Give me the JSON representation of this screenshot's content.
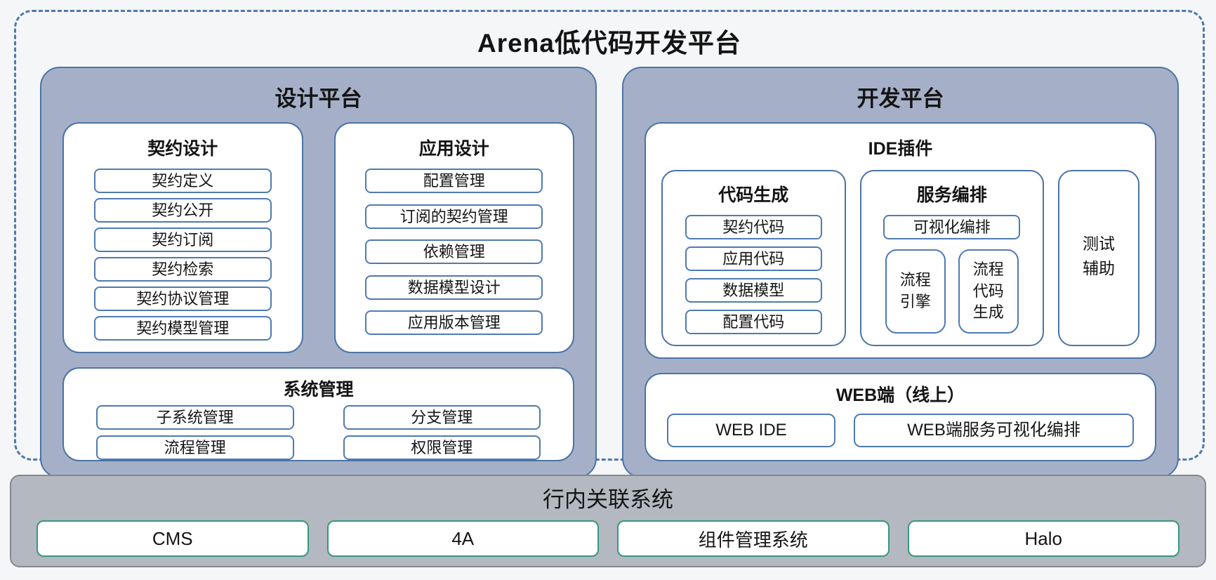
{
  "title": "Arena低代码开发平台",
  "colors": {
    "bg": "#f5f6f8",
    "ink": "#141414",
    "panel_fill": "#a5b0c8",
    "panel_border": "#4c73a6",
    "item_border": "#4f7ab2",
    "bar_fill": "#b4b8c0",
    "bar_border": "#85898f",
    "green": "#35987d"
  },
  "design_platform": {
    "title": "设计平台",
    "contract_design": {
      "title": "契约设计",
      "items": [
        "契约定义",
        "契约公开",
        "契约订阅",
        "契约检索",
        "契约协议管理",
        "契约模型管理"
      ]
    },
    "app_design": {
      "title": "应用设计",
      "items": [
        "配置管理",
        "订阅的契约管理",
        "依赖管理",
        "数据模型设计",
        "应用版本管理"
      ]
    },
    "system_management": {
      "title": "系统管理",
      "items": [
        "子系统管理",
        "分支管理",
        "流程管理",
        "权限管理"
      ]
    }
  },
  "dev_platform": {
    "title": "开发平台",
    "ide_plugin": {
      "title": "IDE插件",
      "code_generation": {
        "title": "代码生成",
        "items": [
          "契约代码",
          "应用代码",
          "数据模型",
          "配置代码"
        ]
      },
      "service_orchestration": {
        "title": "服务编排",
        "top_item": "可视化编排",
        "sub_items": [
          "流程引擎",
          "流程代码生成"
        ]
      },
      "test_assist": "测试辅助"
    },
    "web_side": {
      "title": "WEB端（线上）",
      "items": [
        "WEB IDE",
        "WEB端服务可视化编排"
      ]
    }
  },
  "related_systems": {
    "title": "行内关联系统",
    "items": [
      "CMS",
      "4A",
      "组件管理系统",
      "Halo"
    ]
  }
}
